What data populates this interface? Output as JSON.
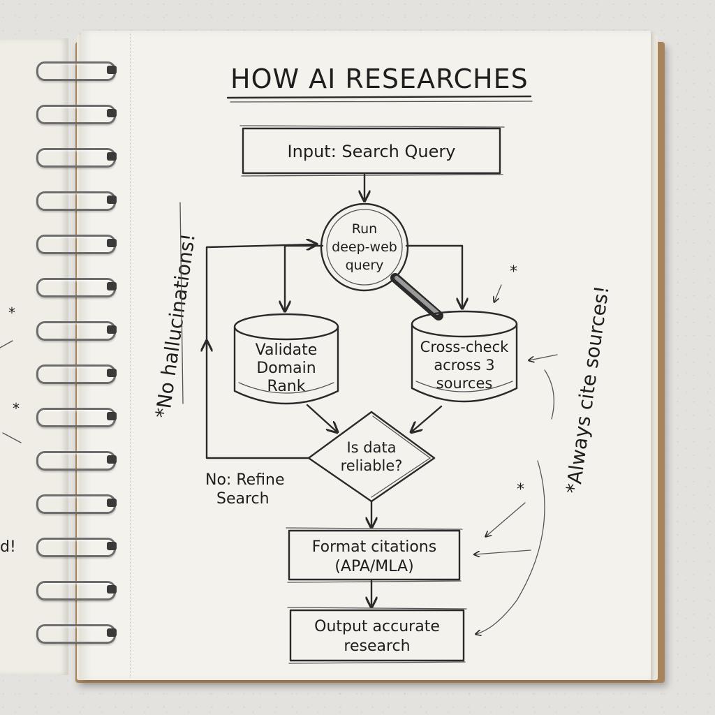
{
  "title": "HOW AI RESEARCHES",
  "nodes": {
    "input": "Input: Search Query",
    "run": [
      "Run",
      "deep-web",
      "query"
    ],
    "validate": [
      "Validate",
      "Domain",
      "Rank"
    ],
    "crosscheck": [
      "Cross-check",
      "across 3",
      "sources"
    ],
    "decision": [
      "Is data",
      "reliable?"
    ],
    "format": [
      "Format citations",
      "(APA/MLA)"
    ],
    "output": [
      "Output accurate",
      "research"
    ]
  },
  "labels": {
    "no_refine": [
      "No: Refine",
      "Search"
    ]
  },
  "margin_notes": {
    "left": "*No hallucinations!",
    "right": "*Always cite sources!"
  },
  "left_page_fragment": "d!",
  "colors": {
    "ink": "#2a2a2a",
    "paper": "#f4f2ec",
    "cover": "#a8845c"
  }
}
